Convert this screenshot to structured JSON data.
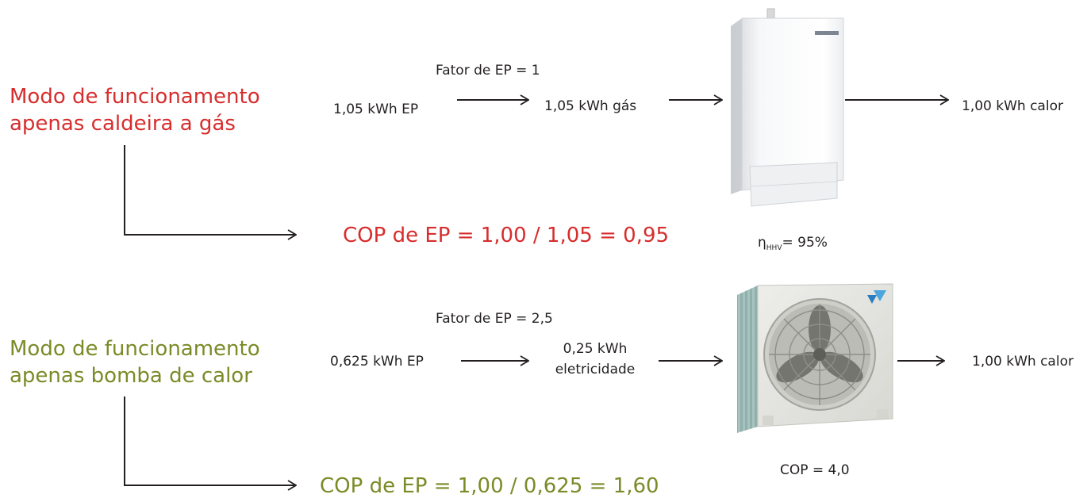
{
  "gas": {
    "mode_line1": "Modo de funcionamento",
    "mode_line2": "apenas caldeira a gás",
    "ep_factor": "Fator de EP = 1",
    "primary_energy": "1,05 kWh EP",
    "input_energy": "1,05 kWh gás",
    "output_heat": "1,00 kWh calor",
    "efficiency_symbol": "η",
    "efficiency_subscript": "HHV",
    "efficiency_value": "= 95%",
    "cop_result": "COP de EP = 1,00 / 1,05 = 0,95",
    "device_icon": "gas-boiler-icon"
  },
  "heat_pump": {
    "mode_line1": "Modo de funcionamento",
    "mode_line2": "apenas bomba de calor",
    "ep_factor": "Fator de EP = 2,5",
    "primary_energy": "0,625 kWh EP",
    "input_energy_line1": "0,25 kWh",
    "input_energy_line2": "eletricidade",
    "output_heat": "1,00 kWh calor",
    "cop_label": "COP = 4,0",
    "cop_result": "COP de EP = 1,00 / 0,625 = 1,60",
    "device_icon": "heat-pump-outdoor-unit-icon"
  },
  "colors": {
    "gas_accent": "#d72d2d",
    "heat_pump_accent": "#7a8b27",
    "text": "#231f20"
  }
}
